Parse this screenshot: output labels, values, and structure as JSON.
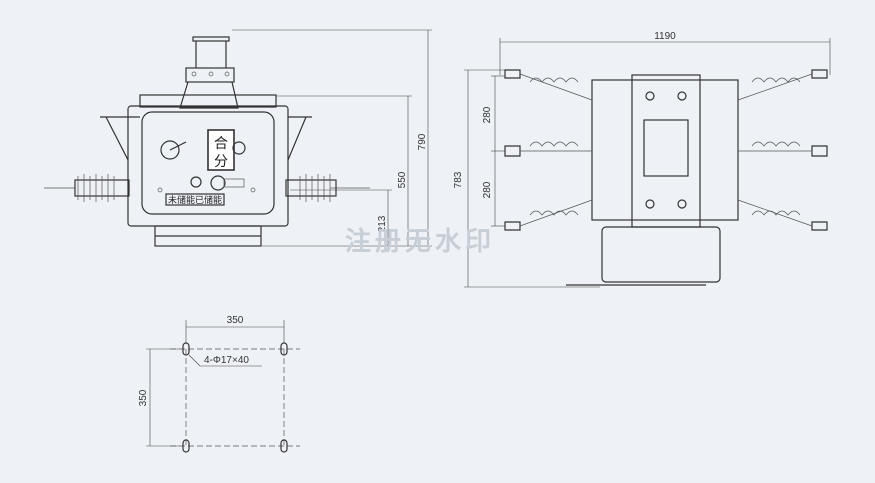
{
  "dimensions": {
    "front_height_total": "790",
    "front_height_mid": "550",
    "front_height_low": "213",
    "side_width": "1190",
    "side_height": "783",
    "side_pitch_upper": "280",
    "side_pitch_lower": "280",
    "base_width": "350",
    "base_height": "350",
    "base_holes": "4-Φ17×40"
  },
  "panel_labels": {
    "close": "合",
    "open": "分",
    "status_strip": "未储能已储能"
  },
  "watermark": "注册无水印"
}
